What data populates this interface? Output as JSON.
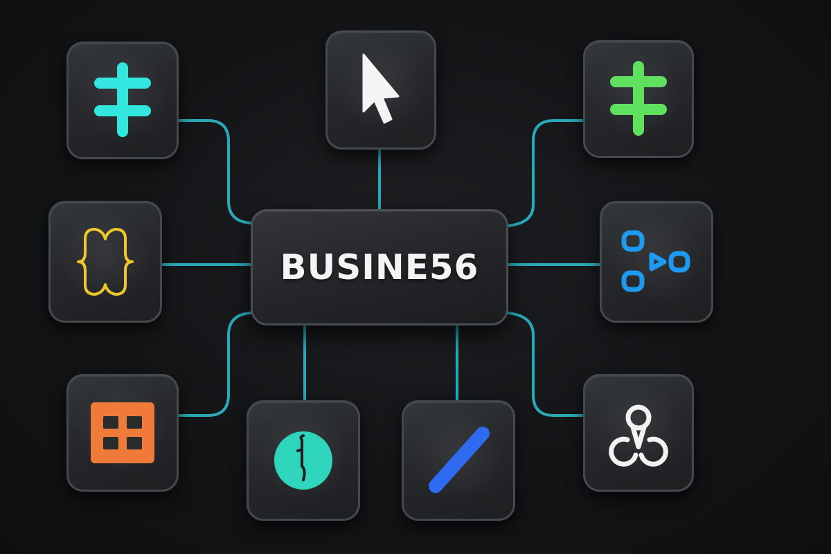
{
  "hub": {
    "title": "BUSINE56"
  },
  "colors": {
    "connector": "#2aa9b8",
    "cyan": "#34e6e0",
    "green": "#5fe05f",
    "yellow": "#f1c62a",
    "blue": "#1e9bf0",
    "orange": "#f07a3a",
    "teal": "#2fd6bc",
    "cobalt": "#2e6bf0",
    "white": "#f2f2f2"
  },
  "nodes": [
    {
      "id": "top-left",
      "icon": "cyan-split-icon"
    },
    {
      "id": "top-center",
      "icon": "cursor-arrow-icon"
    },
    {
      "id": "top-right",
      "icon": "green-split-icon"
    },
    {
      "id": "mid-left",
      "icon": "curly-braces-icon"
    },
    {
      "id": "mid-right",
      "icon": "share-nodes-icon"
    },
    {
      "id": "bot-left",
      "icon": "grid-icon"
    },
    {
      "id": "bot-center-left",
      "icon": "clock-icon"
    },
    {
      "id": "bot-center-right",
      "icon": "pencil-bar-icon"
    },
    {
      "id": "bot-right",
      "icon": "triple-link-icon"
    }
  ]
}
